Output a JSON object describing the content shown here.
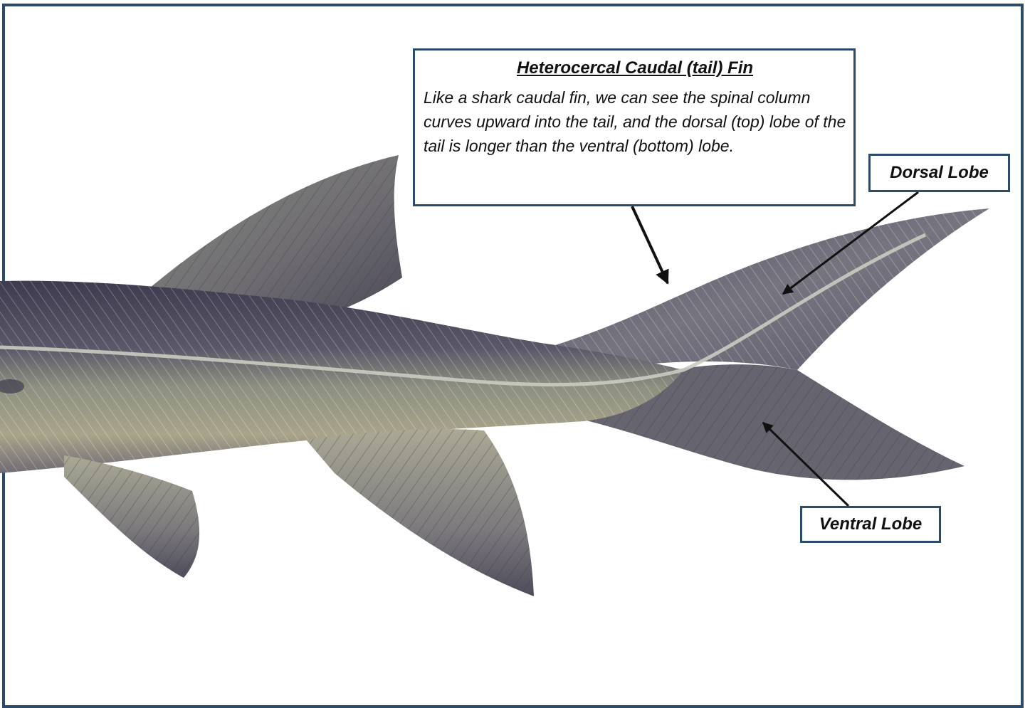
{
  "callout": {
    "title": "Heterocercal Caudal (tail) Fin",
    "body": "Like a shark caudal fin, we can see the spinal column curves upward into the tail, and the dorsal (top) lobe of the tail is longer than the ventral (bottom) lobe."
  },
  "labels": {
    "dorsal": "Dorsal Lobe",
    "ventral": "Ventral Lobe"
  },
  "colors": {
    "frame_border": "#2c4b6b",
    "fish_dark": "#4d4a5c",
    "fish_light": "#b9b89f",
    "lateral_line": "#c9ccc0"
  }
}
